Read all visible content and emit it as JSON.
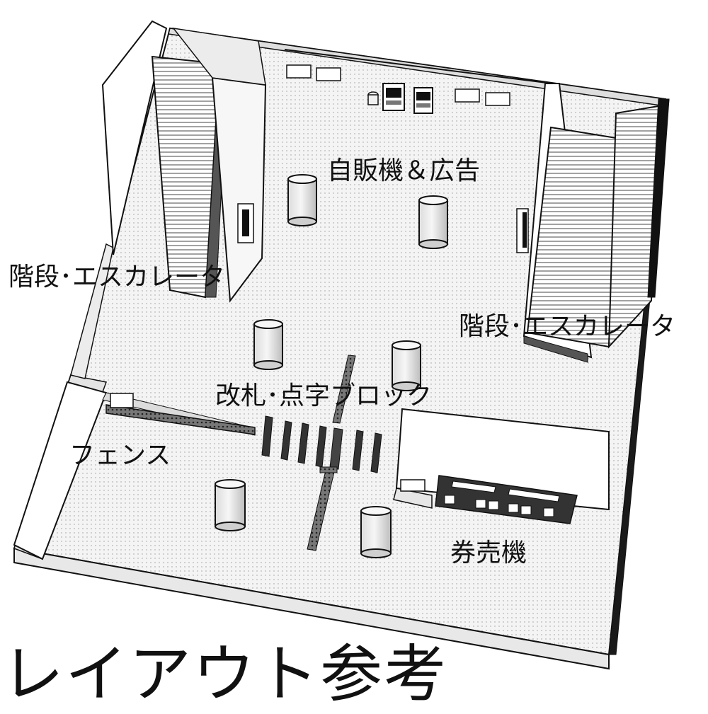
{
  "labels": {
    "vending_ads": "自販機＆広告",
    "stairs_left": "階段･エスカレータ",
    "stairs_right": "階段･エスカレータ",
    "gates_braille": "改札･点字ブロック",
    "fence": "フェンス",
    "ticket_machines": "券売機",
    "title": "レイアウト参考"
  },
  "colors": {
    "ink": "#111111",
    "floor": "#f2f2f2",
    "wall": "#e6e6e6",
    "shadow": "#1a1a1a"
  }
}
